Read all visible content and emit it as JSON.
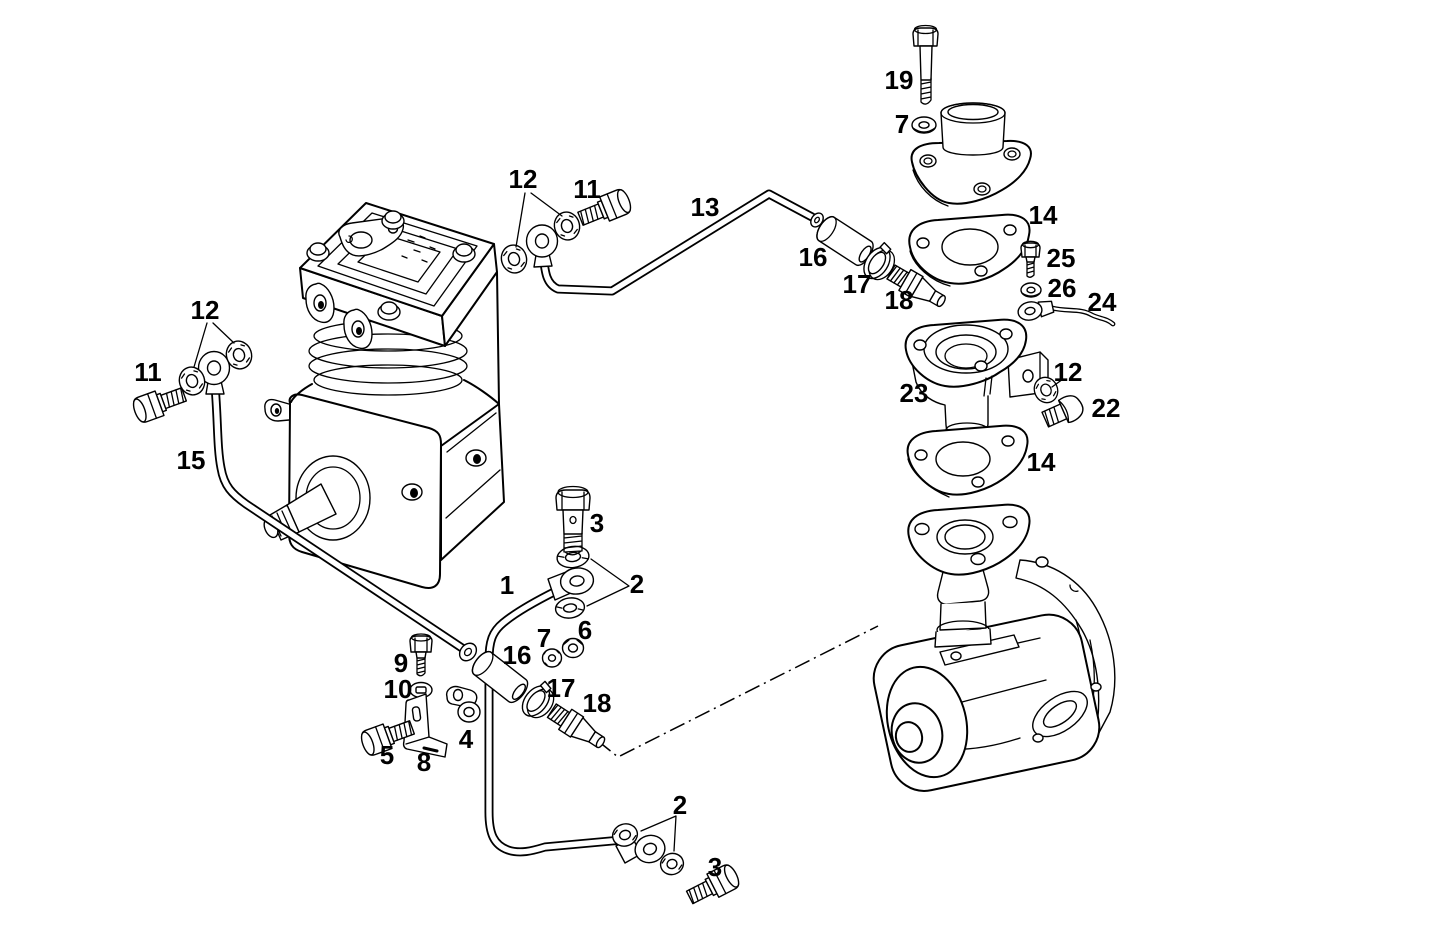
{
  "colors": {
    "ink": "#000000",
    "paper": "#ffffff"
  },
  "callouts": {
    "c19": "19",
    "c7_top": "7",
    "c14_top": "14",
    "c25": "25",
    "c26": "26",
    "c24": "24",
    "c12_top": "12",
    "c11_top": "11",
    "c13": "13",
    "c16_top": "16",
    "c17_top": "17",
    "c18_top": "18",
    "c23": "23",
    "c12_right": "12",
    "c22": "22",
    "c14_bottom": "14",
    "c12_left": "12",
    "c11_left": "11",
    "c15": "15",
    "c3_mid": "3",
    "c1": "1",
    "c2_mid": "2",
    "c7_mid": "7",
    "c6": "6",
    "c16_mid": "16",
    "c9": "9",
    "c10": "10",
    "c17_mid": "17",
    "c18_mid": "18",
    "c5": "5",
    "c8": "8",
    "c4": "4",
    "c2_bottom": "2",
    "c3_bottom": "3"
  }
}
